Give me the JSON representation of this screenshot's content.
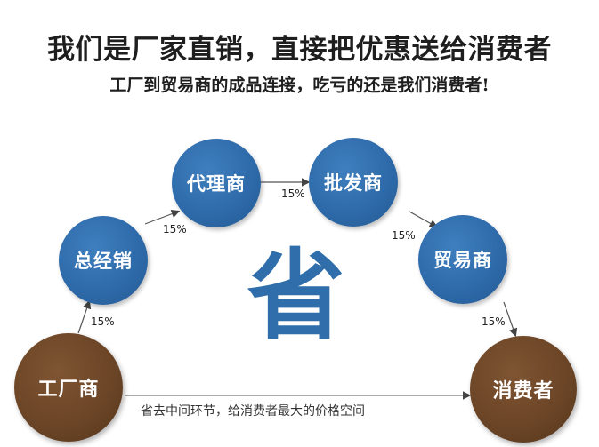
{
  "header": {
    "headline": "我们是厂家直销，直接把优惠送给消费者",
    "subline": "工厂到贸易商的成品连接，吃亏的还是我们消费者!"
  },
  "nodes": {
    "factory": "工厂商",
    "general_distributor": "总经销",
    "agent": "代理商",
    "wholesaler": "批发商",
    "trader": "贸易商",
    "consumer": "消费者"
  },
  "markups": {
    "factory_to_general": "15%",
    "general_to_agent": "15%",
    "agent_to_wholesaler": "15%",
    "wholesaler_to_trader": "15%",
    "trader_to_consumer": "15%"
  },
  "center_char": "省",
  "bottom_caption": "省去中间环节，给消费者最大的价格空间",
  "colors": {
    "node_blue": "#2d69a8",
    "node_brown": "#6a4426",
    "center_char": "#2f6eaa",
    "arrow": "#555555"
  }
}
